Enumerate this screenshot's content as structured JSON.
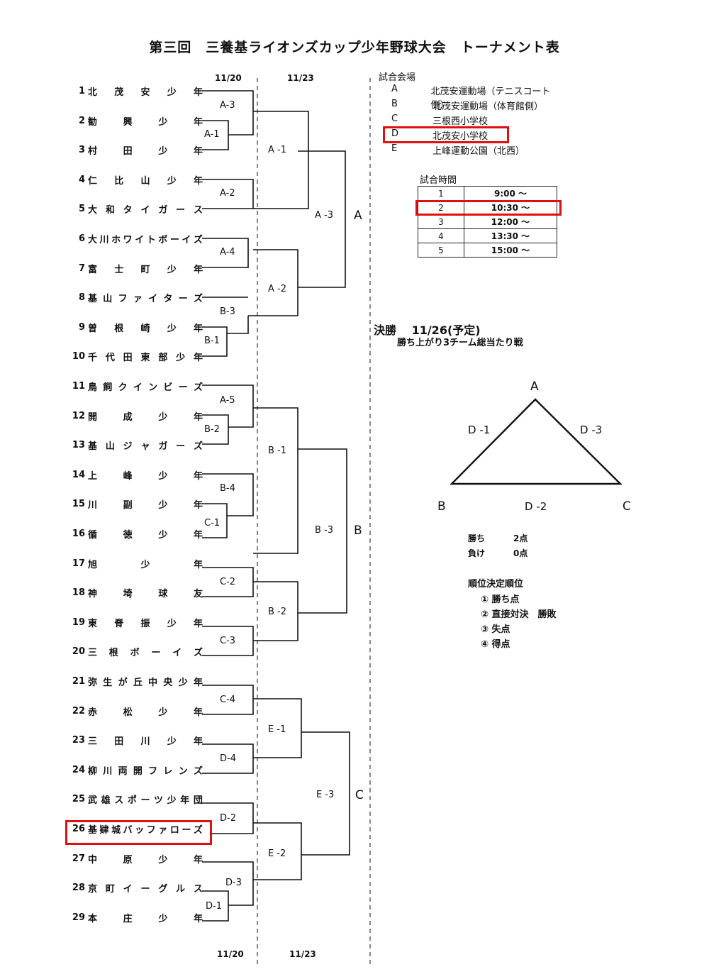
{
  "title": "第三回　三養基ライオンズカップ少年野球大会　トーナメント表",
  "dates": {
    "round1": "11/20",
    "round2": "11/23"
  },
  "teams": [
    {
      "num": "1",
      "name": "北茂安少年"
    },
    {
      "num": "2",
      "name": "勧興少年"
    },
    {
      "num": "3",
      "name": "村田少年"
    },
    {
      "num": "4",
      "name": "仁比山少年"
    },
    {
      "num": "5",
      "name": "大和タイガース"
    },
    {
      "num": "6",
      "name": "大川ホワイトボーイズ"
    },
    {
      "num": "7",
      "name": "富士町少年"
    },
    {
      "num": "8",
      "name": "基山ファイターズ"
    },
    {
      "num": "9",
      "name": "曽根崎少年"
    },
    {
      "num": "10",
      "name": "千代田東部少年"
    },
    {
      "num": "11",
      "name": "鳥飼クインビーズ"
    },
    {
      "num": "12",
      "name": "開成少年"
    },
    {
      "num": "13",
      "name": "基山ジャガーズ"
    },
    {
      "num": "14",
      "name": "上峰少年"
    },
    {
      "num": "15",
      "name": "川副少年"
    },
    {
      "num": "16",
      "name": "循徳少年"
    },
    {
      "num": "17",
      "name": "旭少年"
    },
    {
      "num": "18",
      "name": "神埼球友"
    },
    {
      "num": "19",
      "name": "東脊振少年"
    },
    {
      "num": "20",
      "name": "三根ボーイズ"
    },
    {
      "num": "21",
      "name": "弥生が丘中央少年"
    },
    {
      "num": "22",
      "name": "赤松少年"
    },
    {
      "num": "23",
      "name": "三田川少年"
    },
    {
      "num": "24",
      "name": "柳川両開フレンズ"
    },
    {
      "num": "25",
      "name": "武雄スポーツ少年団"
    },
    {
      "num": "26",
      "name": "基肄城バッファローズ"
    },
    {
      "num": "27",
      "name": "中原少年"
    },
    {
      "num": "28",
      "name": "京町イーグルス"
    },
    {
      "num": "29",
      "name": "本庄少年"
    }
  ],
  "matches": {
    "A-3a": "A-3",
    "A-1a": "A-1",
    "A-2a": "A-2",
    "A-4": "A-4",
    "B-3a": "B-3",
    "B-1a": "B-1",
    "A-5": "A-5",
    "B-2a": "B-2",
    "B-4": "B-4",
    "C-1": "C-1",
    "C-2": "C-2",
    "C-3": "C-3",
    "C-4": "C-4",
    "D-4": "D-4",
    "D-2": "D-2",
    "D-3": "D-3",
    "D-1": "D-1",
    "A-1b": "A -1",
    "A-2b": "A -2",
    "B-1b": "B -1",
    "B-2b": "B -2",
    "E-1": "E -1",
    "E-2": "E -2",
    "A-3b": "A -3",
    "B-3b": "B -3",
    "E-3": "E -3"
  },
  "groups": {
    "a": "A",
    "b": "B",
    "c": "C"
  },
  "venues": {
    "heading": "試合会場",
    "items": [
      {
        "code": "A",
        "name": "北茂安運動場（テニスコート側）"
      },
      {
        "code": "B",
        "name": "北茂安運動場（体育館側）"
      },
      {
        "code": "C",
        "name": "三根西小学校"
      },
      {
        "code": "D",
        "name": "北茂安小学校"
      },
      {
        "code": "E",
        "name": "上峰運動公園（北西）"
      }
    ]
  },
  "times": {
    "heading": "試合時間",
    "rows": [
      {
        "n": "1",
        "t": "9:00 〜"
      },
      {
        "n": "2",
        "t": "10:30 〜"
      },
      {
        "n": "3",
        "t": "12:00 〜"
      },
      {
        "n": "4",
        "t": "13:30 〜"
      },
      {
        "n": "5",
        "t": "15:00 〜"
      }
    ]
  },
  "final": {
    "title": "決勝　 11/26(予定)",
    "subtitle": "勝ち上がり3チーム総当たり戦",
    "vertices": {
      "top": "A",
      "left": "B",
      "right": "C"
    },
    "edges": {
      "left": "D -1",
      "right": "D -3",
      "bottom": "D -2"
    }
  },
  "points": {
    "win_label": "勝ち",
    "win_value": "2点",
    "loss_label": "負け",
    "loss_value": "0点"
  },
  "ranking": {
    "title": "順位決定順位",
    "items": [
      "① 勝ち点",
      "② 直接対決　勝敗",
      "③ 失点",
      "④ 得点"
    ]
  },
  "highlight_color": "#e01010"
}
